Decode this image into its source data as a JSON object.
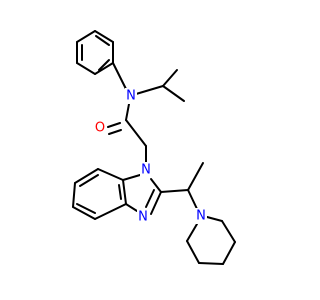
{
  "structure": {
    "colors": {
      "background": "#ffffff",
      "carbon_bond": "#000000",
      "nitrogen": "#0000ff",
      "oxygen": "#ff0000"
    },
    "atom_labels": {
      "amide_nitrogen": "N",
      "carbonyl_oxygen": "O",
      "benzimidazole_n1": "N",
      "benzimidazole_n3": "N",
      "piperidine_nitrogen": "N"
    }
  }
}
